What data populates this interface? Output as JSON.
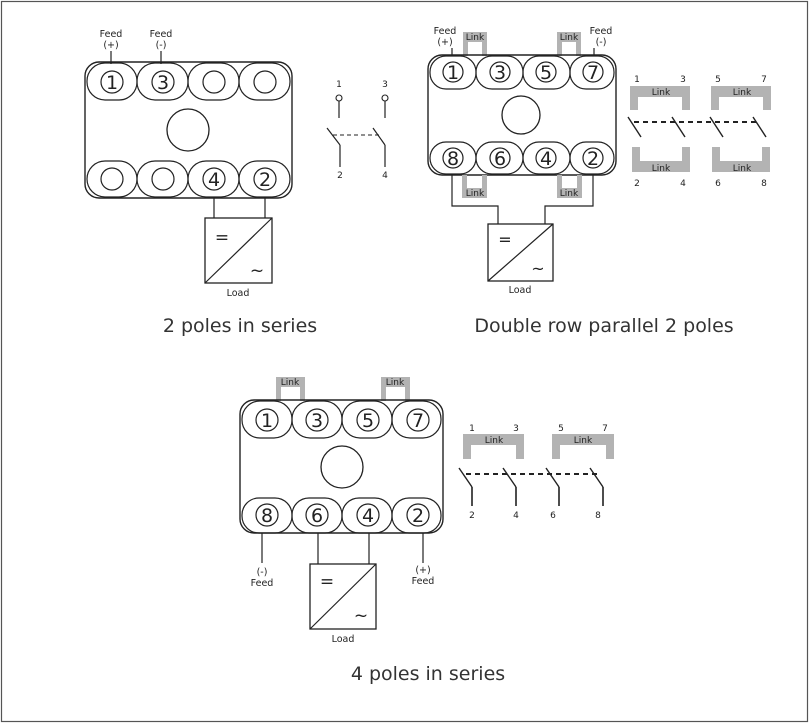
{
  "diagrams": {
    "series2": {
      "caption": "2 poles in series",
      "top_terminals": [
        "1",
        "3",
        "",
        ""
      ],
      "bottom_terminals": [
        "",
        "",
        "4",
        "2"
      ],
      "feed_plus": "Feed",
      "feed_plus_sign": "(+)",
      "feed_minus": "Feed",
      "feed_minus_sign": "(-)",
      "load_label": "Load",
      "load_dc": "=",
      "load_ac": "~",
      "switch_top": [
        "1",
        "3"
      ],
      "switch_bottom": [
        "2",
        "4"
      ]
    },
    "parallel2": {
      "caption": "Double row parallel 2 poles",
      "top_terminals": [
        "1",
        "3",
        "5",
        "7"
      ],
      "bottom_terminals": [
        "8",
        "6",
        "4",
        "2"
      ],
      "feed_plus": "Feed",
      "feed_plus_sign": "(+)",
      "feed_minus": "Feed",
      "feed_minus_sign": "(-)",
      "link": "Link",
      "load_label": "Load",
      "load_dc": "=",
      "load_ac": "~",
      "switch_top": [
        "1",
        "3",
        "5",
        "7"
      ],
      "switch_bottom": [
        "2",
        "4",
        "6",
        "8"
      ]
    },
    "series4": {
      "caption": "4 poles in series",
      "top_terminals": [
        "1",
        "3",
        "5",
        "7"
      ],
      "bottom_terminals": [
        "8",
        "6",
        "4",
        "2"
      ],
      "feed_minus": "Feed",
      "feed_minus_sign": "(-)",
      "feed_plus": "Feed",
      "feed_plus_sign": "(+)",
      "link": "Link",
      "load_label": "Load",
      "load_dc": "=",
      "load_ac": "~",
      "switch_top": [
        "1",
        "3",
        "5",
        "7"
      ],
      "switch_bottom": [
        "2",
        "6",
        "8"
      ],
      "switch_bottom_second": "4"
    }
  },
  "colors": {
    "line": "#222222",
    "link": "#b3b3b3",
    "border": "#555555"
  }
}
